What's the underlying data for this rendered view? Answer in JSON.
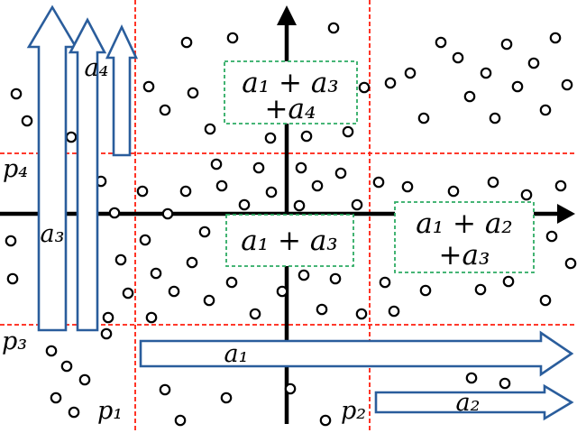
{
  "figure": {
    "type": "scatter-partition-diagram",
    "description": "Scatter plot with axes, red dashed partition lines p1-p4, blue block arrows a1-a4 and green dashed region-sum boxes"
  },
  "labels": {
    "a1": "a₁",
    "a2": "a₂",
    "a3": "a₃",
    "a4": "a₄",
    "p1": "p₁",
    "p2": "p₂",
    "p3": "p₃",
    "p4": "p₄"
  },
  "boxes": {
    "top": {
      "line1": "a₁ + a₃",
      "line2": "+a₄"
    },
    "middle": {
      "line1": "a₁ + a₃"
    },
    "right": {
      "line1": "a₁ + a₂",
      "line2": "+a₃"
    }
  },
  "colors": {
    "background": "#ffffff",
    "axis": "#000000",
    "partition_line": "#ff1f0f",
    "arrow_outline": "#2a5d9c",
    "arrow_fill": "#ffffff",
    "box_border": "#2dab63",
    "box_fill": "#ffffff",
    "dot_stroke": "#000000",
    "dot_fill": "#ffffff"
  },
  "scatter": {
    "radius": 5.2,
    "points": [
      [
        18,
        104
      ],
      [
        30,
        134
      ],
      [
        79,
        152
      ],
      [
        165,
        96
      ],
      [
        183,
        122
      ],
      [
        207,
        47
      ],
      [
        214,
        103
      ],
      [
        233,
        143
      ],
      [
        258,
        42
      ],
      [
        370,
        31
      ],
      [
        340,
        151
      ],
      [
        300,
        153
      ],
      [
        404,
        97
      ],
      [
        386,
        146
      ],
      [
        433,
        92
      ],
      [
        455,
        81
      ],
      [
        470,
        131
      ],
      [
        489,
        47
      ],
      [
        508,
        64
      ],
      [
        521,
        107
      ],
      [
        539,
        81
      ],
      [
        549,
        131
      ],
      [
        562,
        49
      ],
      [
        574,
        96
      ],
      [
        592,
        70
      ],
      [
        605,
        122
      ],
      [
        616,
        42
      ],
      [
        629,
        94
      ],
      [
        12,
        267
      ],
      [
        14,
        309
      ],
      [
        112,
        201
      ],
      [
        127,
        236
      ],
      [
        134,
        288
      ],
      [
        142,
        325
      ],
      [
        120,
        352
      ],
      [
        158,
        212
      ],
      [
        161,
        266
      ],
      [
        173,
        303
      ],
      [
        186,
        237
      ],
      [
        193,
        323
      ],
      [
        206,
        212
      ],
      [
        213,
        291
      ],
      [
        227,
        257
      ],
      [
        232,
        333
      ],
      [
        246,
        206
      ],
      [
        257,
        313
      ],
      [
        271,
        227
      ],
      [
        283,
        348
      ],
      [
        301,
        213
      ],
      [
        313,
        323
      ],
      [
        332,
        228
      ],
      [
        337,
        305
      ],
      [
        352,
        206
      ],
      [
        357,
        343
      ],
      [
        372,
        309
      ],
      [
        396,
        227
      ],
      [
        401,
        348
      ],
      [
        240,
        182
      ],
      [
        287,
        186
      ],
      [
        334,
        186
      ],
      [
        378,
        192
      ],
      [
        168,
        352
      ],
      [
        420,
        202
      ],
      [
        427,
        313
      ],
      [
        452,
        207
      ],
      [
        472,
        322
      ],
      [
        503,
        212
      ],
      [
        533,
        321
      ],
      [
        547,
        202
      ],
      [
        564,
        312
      ],
      [
        584,
        216
      ],
      [
        605,
        333
      ],
      [
        622,
        206
      ],
      [
        612,
        262
      ],
      [
        633,
        292
      ],
      [
        437,
        345
      ],
      [
        57,
        389
      ],
      [
        74,
        406
      ],
      [
        94,
        421
      ],
      [
        62,
        441
      ],
      [
        82,
        457
      ],
      [
        118,
        370
      ],
      [
        183,
        432
      ],
      [
        200,
        466
      ],
      [
        251,
        441
      ],
      [
        322,
        431
      ],
      [
        361,
        466
      ],
      [
        523,
        419
      ],
      [
        560,
        425
      ]
    ]
  }
}
